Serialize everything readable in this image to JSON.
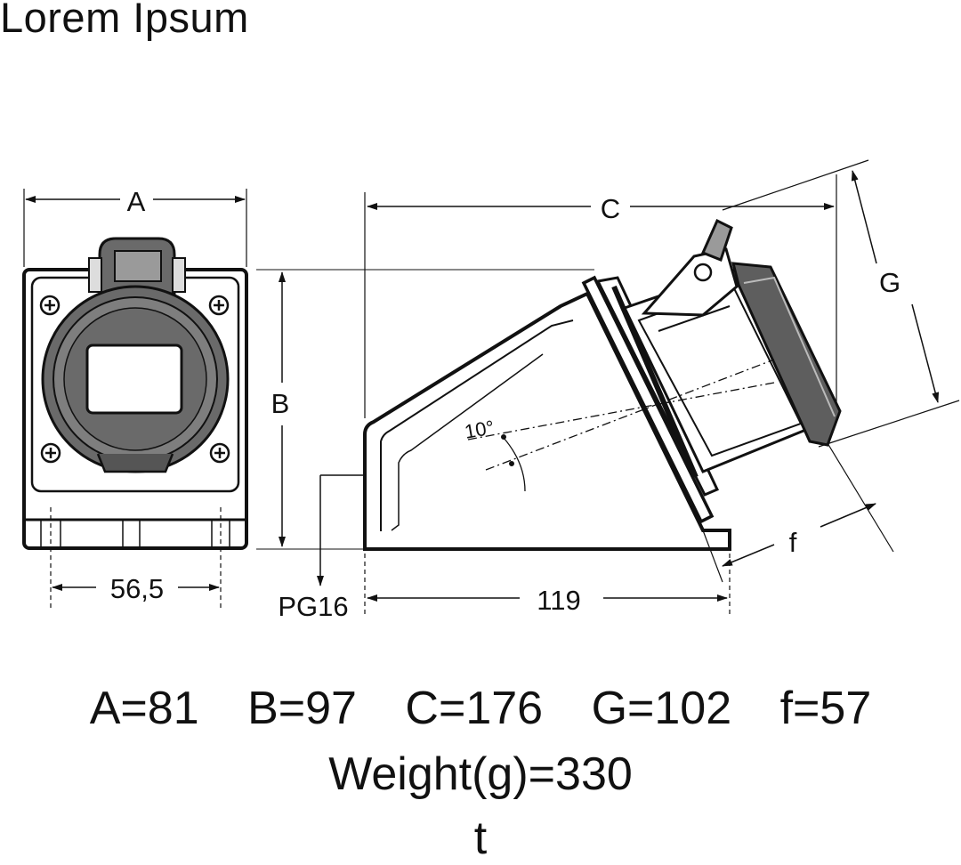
{
  "header": {
    "title": "Lorem Ipsum"
  },
  "drawing": {
    "front_view": {
      "dim_width": "A",
      "dim_height": "B",
      "dim_base": "56,5"
    },
    "side_view": {
      "dim_length": "C",
      "dim_depth": "G",
      "dim_offset": "f",
      "dim_base": "119",
      "angle": "10°",
      "cable_entry": "PG16"
    }
  },
  "specs": {
    "line1": [
      "A=81",
      "B=97",
      "C=176",
      "G=102",
      "f=57"
    ],
    "line2": "Weight(g)=330",
    "line3": "t"
  }
}
